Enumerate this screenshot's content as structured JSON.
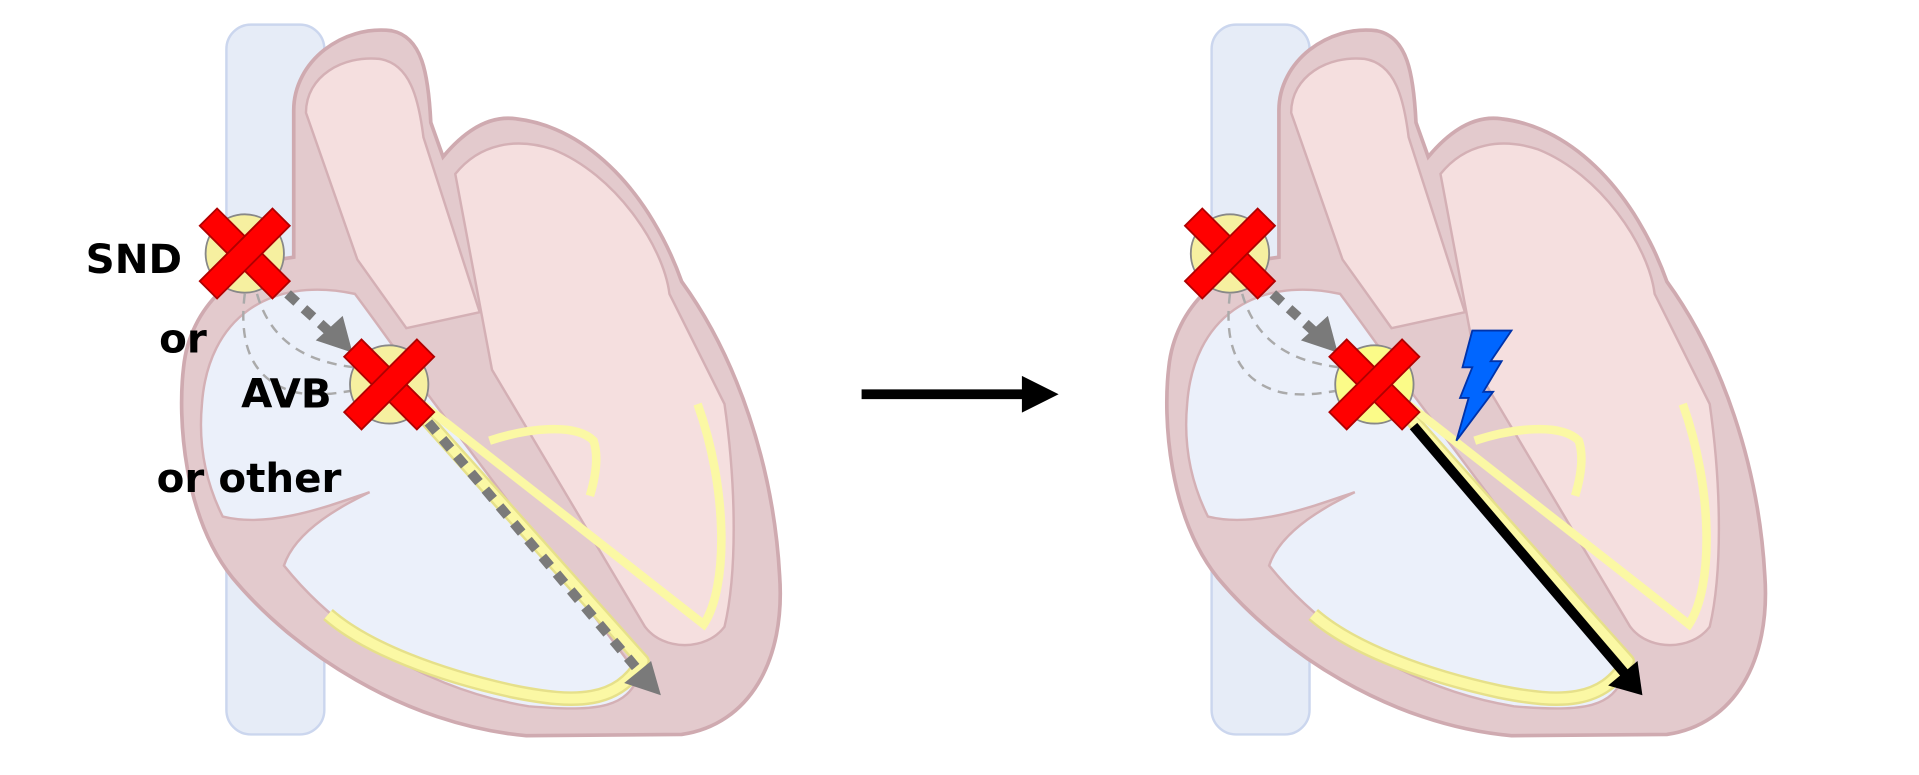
{
  "labels": {
    "snd": "SND",
    "or1": "or",
    "avb": "AVB",
    "or_other": "or other"
  },
  "colors": {
    "vena_cava": "#e6ecf7",
    "heart_wall": "#e3cacd",
    "left_chambers": "#f5dfdf",
    "right_chambers": "#ebf0fa",
    "conduction": "#fbf8a4",
    "node": "#f6f0a0",
    "block_x": "#ff0000",
    "dashed_arrow": "#7a7a7a",
    "escape_arrow": "#000000",
    "lightning": "#0066ff"
  }
}
